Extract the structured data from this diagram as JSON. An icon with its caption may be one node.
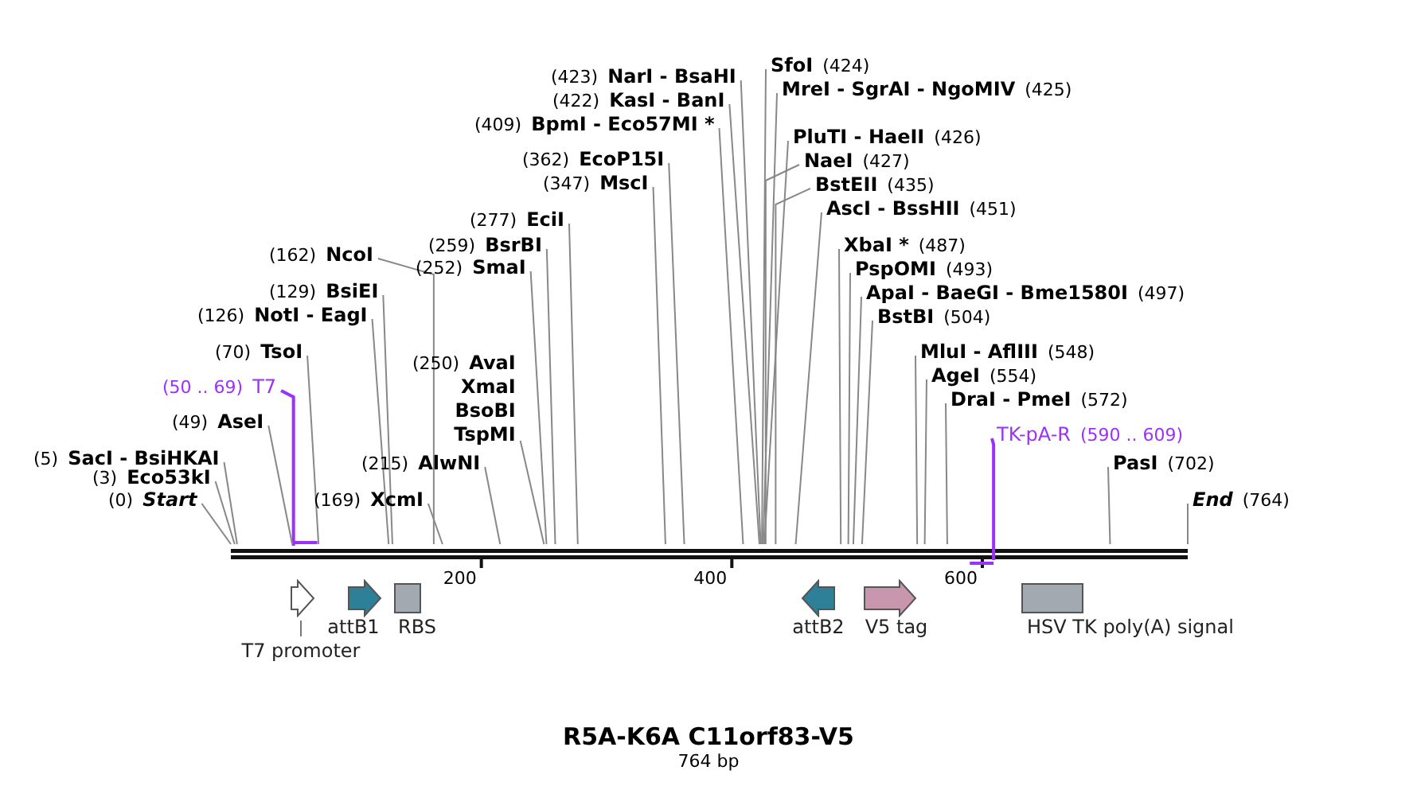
{
  "diagram": {
    "title": "R5A-K6A C11orf83-V5",
    "caption": "764 bp",
    "nodes": [
      {
        "text": [
          "SfoI",
          "(424)"
        ]
      },
      {
        "text": [
          "(423)",
          "NarI - BsaHI"
        ]
      },
      {
        "text": [
          "MreI - SgrAI - NgoMIV",
          "(425)"
        ]
      },
      {
        "text": [
          "(422)",
          "KasI - BanI"
        ]
      },
      {
        "text": [
          "(409)",
          "BpmI - Eco57MI *"
        ]
      },
      {
        "text": [
          "PluTI - HaeII",
          "(426)"
        ]
      },
      {
        "text": [
          "(362)",
          "EcoP15I"
        ]
      },
      {
        "text": [
          "NaeI",
          "(427)"
        ]
      },
      {
        "text": [
          "(347)",
          "MscI"
        ]
      },
      {
        "text": [
          "BstEII",
          "(435)"
        ]
      },
      {
        "text": [
          "AscI - BssHII",
          "(451)"
        ]
      },
      {
        "text": [
          "(277)",
          "EciI"
        ]
      },
      {
        "text": [
          "(259)",
          "BsrBI"
        ]
      },
      {
        "text": [
          "XbaI *",
          "(487)"
        ]
      },
      {
        "text": [
          "(162)",
          "NcoI"
        ]
      },
      {
        "text": [
          "(252)",
          "SmaI"
        ]
      },
      {
        "text": [
          "PspOMI",
          "(493)"
        ]
      },
      {
        "text": [
          "(129)",
          "BsiEI"
        ]
      },
      {
        "text": [
          "ApaI - BaeGI - Bme1580I",
          "(497)"
        ]
      },
      {
        "text": [
          "(126)",
          "NotI - EagI"
        ]
      },
      {
        "text": [
          "BstBI",
          "(504)"
        ]
      },
      {
        "text": [
          "(70)",
          "TsoI"
        ]
      },
      {
        "text": [
          "MluI - AflIII",
          "(548)"
        ]
      },
      {
        "text": [
          "(250)",
          "AvaI",
          "XmaI",
          "BsoBI",
          "TspMI"
        ]
      },
      {
        "text": [
          "AgeI",
          "(554)"
        ]
      },
      {
        "text": [
          "(50 .. 69)",
          "T7"
        ]
      },
      {
        "text": [
          "DraI - PmeI",
          "(572)"
        ]
      },
      {
        "text": [
          "(49)",
          "AseI"
        ]
      },
      {
        "text": [
          "TK-pA-R",
          "(590 .. 609)"
        ]
      },
      {
        "text": [
          "(5)",
          "SacI - BsiHKAI"
        ]
      },
      {
        "text": [
          "(215)",
          "AlwNI"
        ]
      },
      {
        "text": [
          "PasI",
          "(702)"
        ]
      },
      {
        "text": [
          "(3)",
          "Eco53kI"
        ]
      },
      {
        "text": [
          "(0)",
          "Start"
        ]
      },
      {
        "text": [
          "(169)",
          "XcmI"
        ]
      },
      {
        "text": [
          "End",
          "(764)"
        ]
      },
      {
        "text": [
          "T7 promoter"
        ]
      },
      {
        "text": [
          "attB1"
        ]
      },
      {
        "text": [
          "RBS"
        ]
      },
      {
        "text": [
          "attB2"
        ]
      },
      {
        "text": [
          "V5 tag"
        ]
      },
      {
        "text": [
          "HSV TK poly(A) signal"
        ]
      }
    ],
    "edges": [
      {
        "from": 0,
        "to": null,
        "arrow": "none"
      },
      {
        "from": 1,
        "to": null,
        "arrow": "none"
      },
      {
        "from": 2,
        "to": null,
        "arrow": "none"
      },
      {
        "from": 3,
        "to": null,
        "arrow": "none"
      },
      {
        "from": 4,
        "to": null,
        "arrow": "none"
      },
      {
        "from": 5,
        "to": null,
        "arrow": "none"
      },
      {
        "from": 6,
        "to": null,
        "arrow": "none"
      },
      {
        "from": 7,
        "to": null,
        "arrow": "none"
      },
      {
        "from": 8,
        "to": null,
        "arrow": "none"
      },
      {
        "from": 9,
        "to": null,
        "arrow": "none"
      },
      {
        "from": 10,
        "to": null,
        "arrow": "none"
      },
      {
        "from": 11,
        "to": null,
        "arrow": "none"
      },
      {
        "from": 12,
        "to": null,
        "arrow": "none"
      },
      {
        "from": 13,
        "to": null,
        "arrow": "none"
      },
      {
        "from": 14,
        "to": null,
        "arrow": "none"
      },
      {
        "from": 15,
        "to": null,
        "arrow": "none"
      },
      {
        "from": 16,
        "to": null,
        "arrow": "none"
      },
      {
        "from": 17,
        "to": null,
        "arrow": "none"
      },
      {
        "from": 18,
        "to": null,
        "arrow": "none"
      },
      {
        "from": 19,
        "to": null,
        "arrow": "none"
      },
      {
        "from": 20,
        "to": null,
        "arrow": "none"
      },
      {
        "from": 21,
        "to": null,
        "arrow": "none"
      },
      {
        "from": 22,
        "to": null,
        "arrow": "none"
      },
      {
        "from": 23,
        "to": null,
        "arrow": "none"
      },
      {
        "from": 24,
        "to": null,
        "arrow": "none"
      },
      {
        "from": 25,
        "to": null,
        "arrow": "none",
        "color": "#9b30ff"
      },
      {
        "from": 26,
        "to": null,
        "arrow": "none"
      },
      {
        "from": 27,
        "to": null,
        "arrow": "none"
      },
      {
        "from": 28,
        "to": null,
        "arrow": "none",
        "color": "#9b30ff"
      },
      {
        "from": 29,
        "to": null,
        "arrow": "none"
      },
      {
        "from": 30,
        "to": null,
        "arrow": "none"
      },
      {
        "from": 31,
        "to": null,
        "arrow": "none"
      },
      {
        "from": 32,
        "to": null,
        "arrow": "none"
      },
      {
        "from": 33,
        "to": null,
        "arrow": "none"
      },
      {
        "from": 34,
        "to": null,
        "arrow": "none"
      },
      {
        "from": 35,
        "to": null,
        "arrow": "none"
      }
    ],
    "labels": [
      "200",
      "400",
      "600"
    ]
  }
}
